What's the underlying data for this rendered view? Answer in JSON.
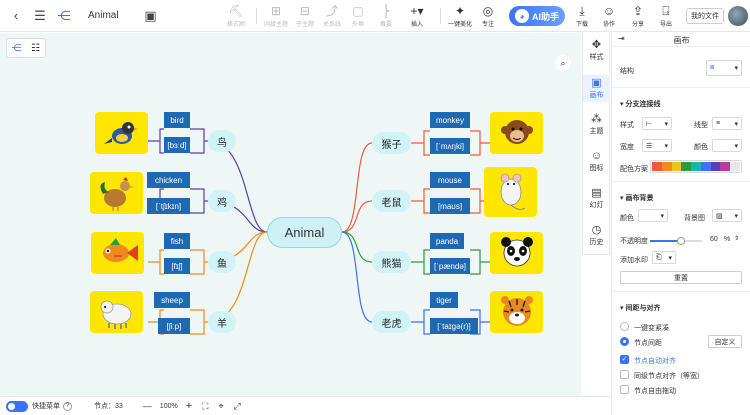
{
  "app": {
    "title": "Animal",
    "nav": {
      "back": "‹",
      "menu": "☰",
      "tree": "⋲",
      "save": "▣"
    }
  },
  "toolbar": {
    "format_painter": "格式刷",
    "sibling_topic": "同级主题",
    "child_topic": "子主题",
    "relation": "关系线",
    "outline": "外框",
    "summary": "概要",
    "insert": "插入",
    "beautify": "一键美化",
    "focus": "专注",
    "ai": "AI助手",
    "download": "下载",
    "collaborate": "协作",
    "share": "分享",
    "export": "导出",
    "my_files": "我的文件"
  },
  "map": {
    "root": "Animal",
    "left": [
      {
        "topic": "鸟",
        "word": "bird",
        "phonetic": "[bɜːd]",
        "picture": "bird"
      },
      {
        "topic": "鸡",
        "word": "chicken",
        "phonetic": "[ˈtʃɪkɪn]",
        "picture": "chicken"
      },
      {
        "topic": "鱼",
        "word": "fish",
        "phonetic": "[fɪʃ]",
        "picture": "fish"
      },
      {
        "topic": "羊",
        "word": "sheep",
        "phonetic": "[ʃiːp]",
        "picture": "sheep"
      }
    ],
    "right": [
      {
        "topic": "猴子",
        "word": "monkey",
        "phonetic": "[ˈmʌŋki]",
        "picture": "monkey"
      },
      {
        "topic": "老鼠",
        "word": "mouse",
        "phonetic": "[maʊs]",
        "picture": "mouse"
      },
      {
        "topic": "熊猫",
        "word": "panda",
        "phonetic": "[ˈpændə]",
        "picture": "panda"
      },
      {
        "topic": "老虎",
        "word": "tiger",
        "phonetic": "[ˈtaɪɡə(r)]",
        "picture": "tiger"
      }
    ],
    "branch_colors": {
      "bird": "#5a3fb0",
      "chicken": "#5a3fb0",
      "fish": "#f08a1c",
      "sheep": "#f08a1c",
      "monkey": "#f05a3a",
      "mouse": "#f05a3a",
      "panda": "#2e9a3a",
      "tiger": "#3b72f6"
    }
  },
  "dock": {
    "style": "样式",
    "canvas": "画布",
    "theme": "主题",
    "icon": "图标",
    "slides": "幻灯",
    "history": "历史"
  },
  "panel": {
    "title": "画布",
    "structure_label": "结构",
    "branch_section": "分支连接线",
    "style_label": "样式",
    "line_type_label": "线型",
    "width_label": "宽度",
    "color_label": "颜色",
    "scheme_label": "配色方案",
    "scheme_colors": [
      "#f05a3a",
      "#f08a1c",
      "#f0c21c",
      "#2e9a3a",
      "#1fb0b0",
      "#3b72f6",
      "#5a3fb0",
      "#b03fa0",
      "#e8e8e8"
    ],
    "background_section": "画布背景",
    "bg_color_label": "颜色",
    "bg_image_label": "背景图",
    "opacity_label": "不透明度",
    "opacity_value": "60",
    "opacity_unit": "%",
    "watermark_label": "添加水印",
    "reset_label": "重置",
    "spacing_section": "间距与对齐",
    "spacing_compact": "一键变紧凑",
    "spacing_node": "节点间距",
    "spacing_custom": "自定义",
    "auto_align": "节点自动对齐",
    "same_width": "同级节点对齐（等宽）",
    "free_drag": "节点自由拖动"
  },
  "status": {
    "quick_menu": "快捷菜单",
    "help": "?",
    "nodes_label": "节点：",
    "nodes_count": "33",
    "minus": "—",
    "zoom": "100%",
    "plus": "+"
  }
}
